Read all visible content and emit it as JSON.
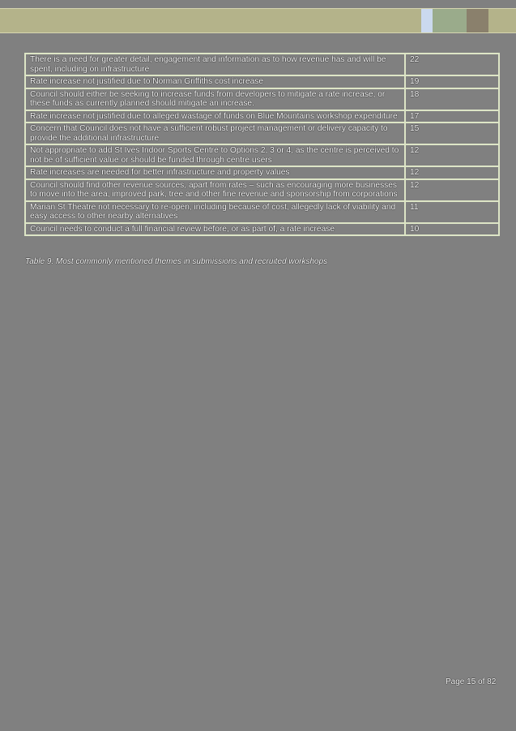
{
  "header": {
    "colors": {
      "band": "#b4b38a",
      "blue": "#cbd9ee",
      "green": "#9aab8b",
      "brown": "#8a806c"
    }
  },
  "table": {
    "rows": [
      {
        "theme": "There is a need for greater detail, engagement and information as to how revenue has and will be spent, including on infrastructure",
        "count": "22"
      },
      {
        "theme": "Rate increase not justified due to Norman Griffiths cost increase",
        "count": "19"
      },
      {
        "theme": "Council should either be seeking to increase funds from developers to mitigate a rate increase, or these funds as currently planned should mitigate an increase.",
        "count": "18"
      },
      {
        "theme": "Rate increase not justified due to alleged wastage of funds on Blue Mountains workshop expenditure",
        "count": "17"
      },
      {
        "theme": "Concern that Council does not have a sufficient robust project management or delivery capacity to provide the additional infrastructure",
        "count": "15"
      },
      {
        "theme": "Not appropriate to add St Ives Indoor Sports Centre to Options 2, 3 or 4, as the centre is perceived to not be of sufficient value or should be funded through centre users",
        "count": "12"
      },
      {
        "theme": "Rate increases are needed for better infrastructure and property values",
        "count": "12"
      },
      {
        "theme": "Council should find other revenue sources, apart from rates – such as encouraging more businesses to move into the area, improved park, tree and other fine revenue and sponsorship from corporations",
        "count": "12"
      },
      {
        "theme": "Marian St Theatre not necessary to re-open, including because of cost, allegedly lack of viability and easy access to other nearby alternatives",
        "count": "11"
      },
      {
        "theme": "Council needs to conduct a full financial review before, or as part of, a rate increase",
        "count": "10"
      }
    ]
  },
  "caption": "Table 9: Most commonly mentioned themes in submissions and recruited workshops",
  "footer": {
    "page_label": "Page 15 of 82"
  }
}
